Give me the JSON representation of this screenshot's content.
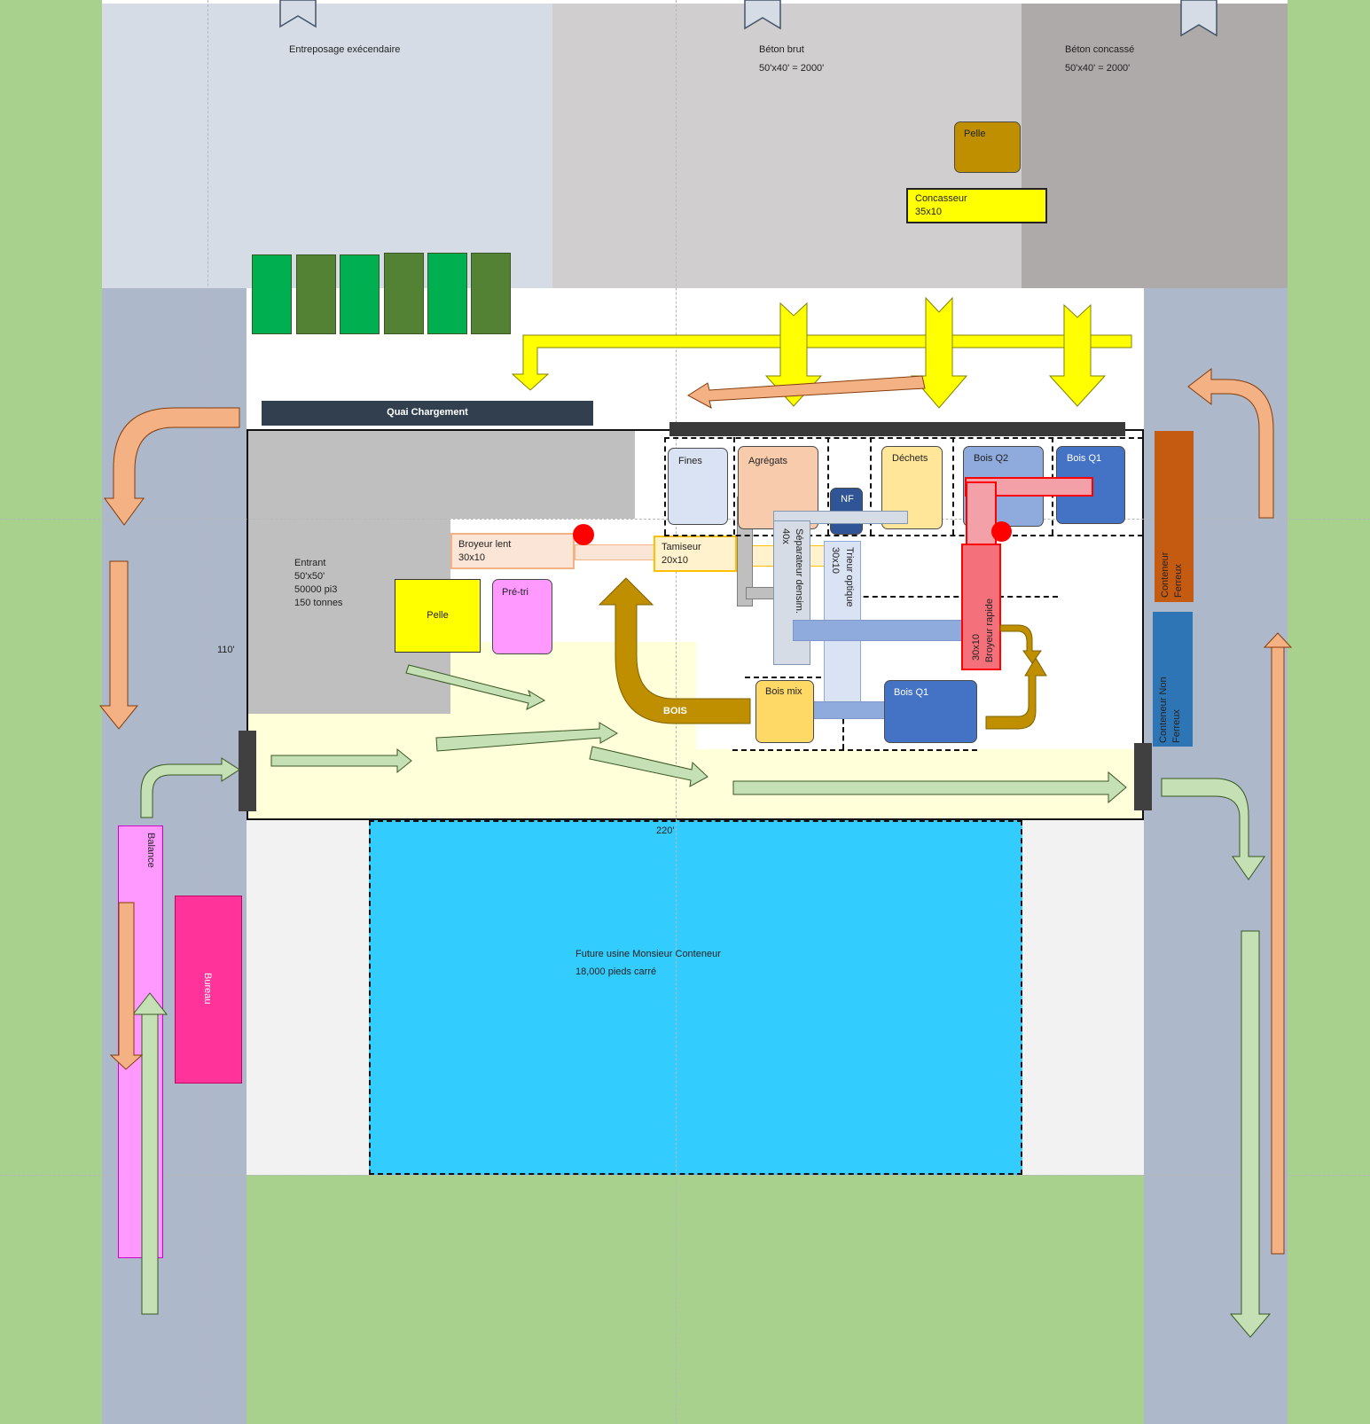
{
  "zones": {
    "storage": "Entreposage exécendaire",
    "raw_concrete": {
      "name": "Béton brut",
      "size": "50'x40' = 2000'"
    },
    "crushed_concrete": {
      "name": "Béton concassé",
      "size": "50'x40' = 2000'"
    },
    "future_plant": {
      "name": "Future usine Monsieur Conteneur",
      "size": "18,000 pieds carré"
    }
  },
  "equipment": {
    "excavator_top": "Pelle",
    "crusher": {
      "name": "Concasseur",
      "size": "35x10"
    },
    "loading_dock": "Quai Chargement",
    "incoming": {
      "name": "Entrant",
      "dims": "50'x50'",
      "volume": "50000 pi3",
      "weight": "150 tonnes"
    },
    "excavator": "Pelle",
    "pre_sort": "Pré-tri",
    "slow_shredder": {
      "name": "Broyeur lent",
      "size": "30x10"
    },
    "screener": {
      "name": "Tamiseur",
      "size": "20x10"
    },
    "density_separator": {
      "name": "Séparateur densim.",
      "size": "40x"
    },
    "optical_sorter": {
      "name": "Trieur optique",
      "size": "30x10"
    },
    "fast_shredder": {
      "name": "Broyeur rapide",
      "size": "30x10"
    },
    "wood_flow": "BOIS"
  },
  "bins": {
    "fines": "Fines",
    "aggregates": "Agrégats",
    "nf": "NF",
    "waste": "Déchets",
    "wood_q2": "Bois Q2",
    "wood_q1_top": "Bois Q1",
    "wood_mix": "Bois mix",
    "wood_q1_bottom": "Bois Q1"
  },
  "containers": {
    "ferrous": "Conteneur Ferreux",
    "non_ferrous": "Conteneur Non Ferreux"
  },
  "buildings": {
    "scale": "Balance",
    "office": "Bureau"
  },
  "dimensions": {
    "width": "220'",
    "height": "110'"
  },
  "colors": {
    "grass": "#a9d18e",
    "road": "#adb9ca",
    "storage": "#d6dce5",
    "raw_concrete": "#d0cece",
    "crushed_concrete": "#aeaaaa",
    "yellow": "#ffff00",
    "future_plant": "#33ccff",
    "light_yellow": "#ffffd9",
    "dark_gold": "#bf8f00",
    "salmon": "#f4b183",
    "pale_green": "#c5e0b4",
    "red": "#f4707a",
    "orange_pale": "#fbe5d6",
    "fines": "#dae3f3",
    "aggregates": "#f8cbad",
    "nf": "#2f5597",
    "waste": "#ffe699",
    "wood_q2": "#8faadc",
    "wood_q1": "#4472c4",
    "wood_mix": "#ffd966",
    "ferrous": "#c55a11",
    "non_ferrous": "#2e75b6",
    "pink": "#ff99ff",
    "magenta": "#ff3399",
    "green_a": "#00b050",
    "green_b": "#548235",
    "navy": "#323f4f"
  }
}
